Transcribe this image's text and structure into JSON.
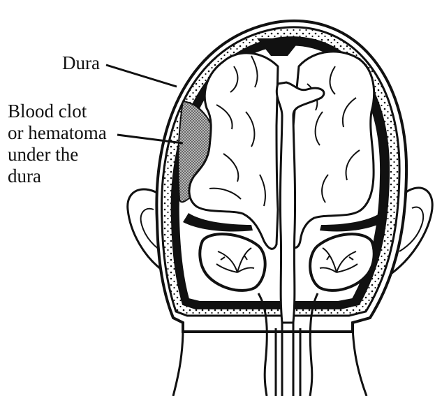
{
  "labels": {
    "dura": "Dura",
    "blood_clot": {
      "line1": "Blood clot",
      "line2": "or hematoma",
      "line3": "under the",
      "line4": "dura"
    }
  },
  "colors": {
    "ink": "#111111",
    "background": "#ffffff",
    "stipple": "#6e6e6e"
  }
}
